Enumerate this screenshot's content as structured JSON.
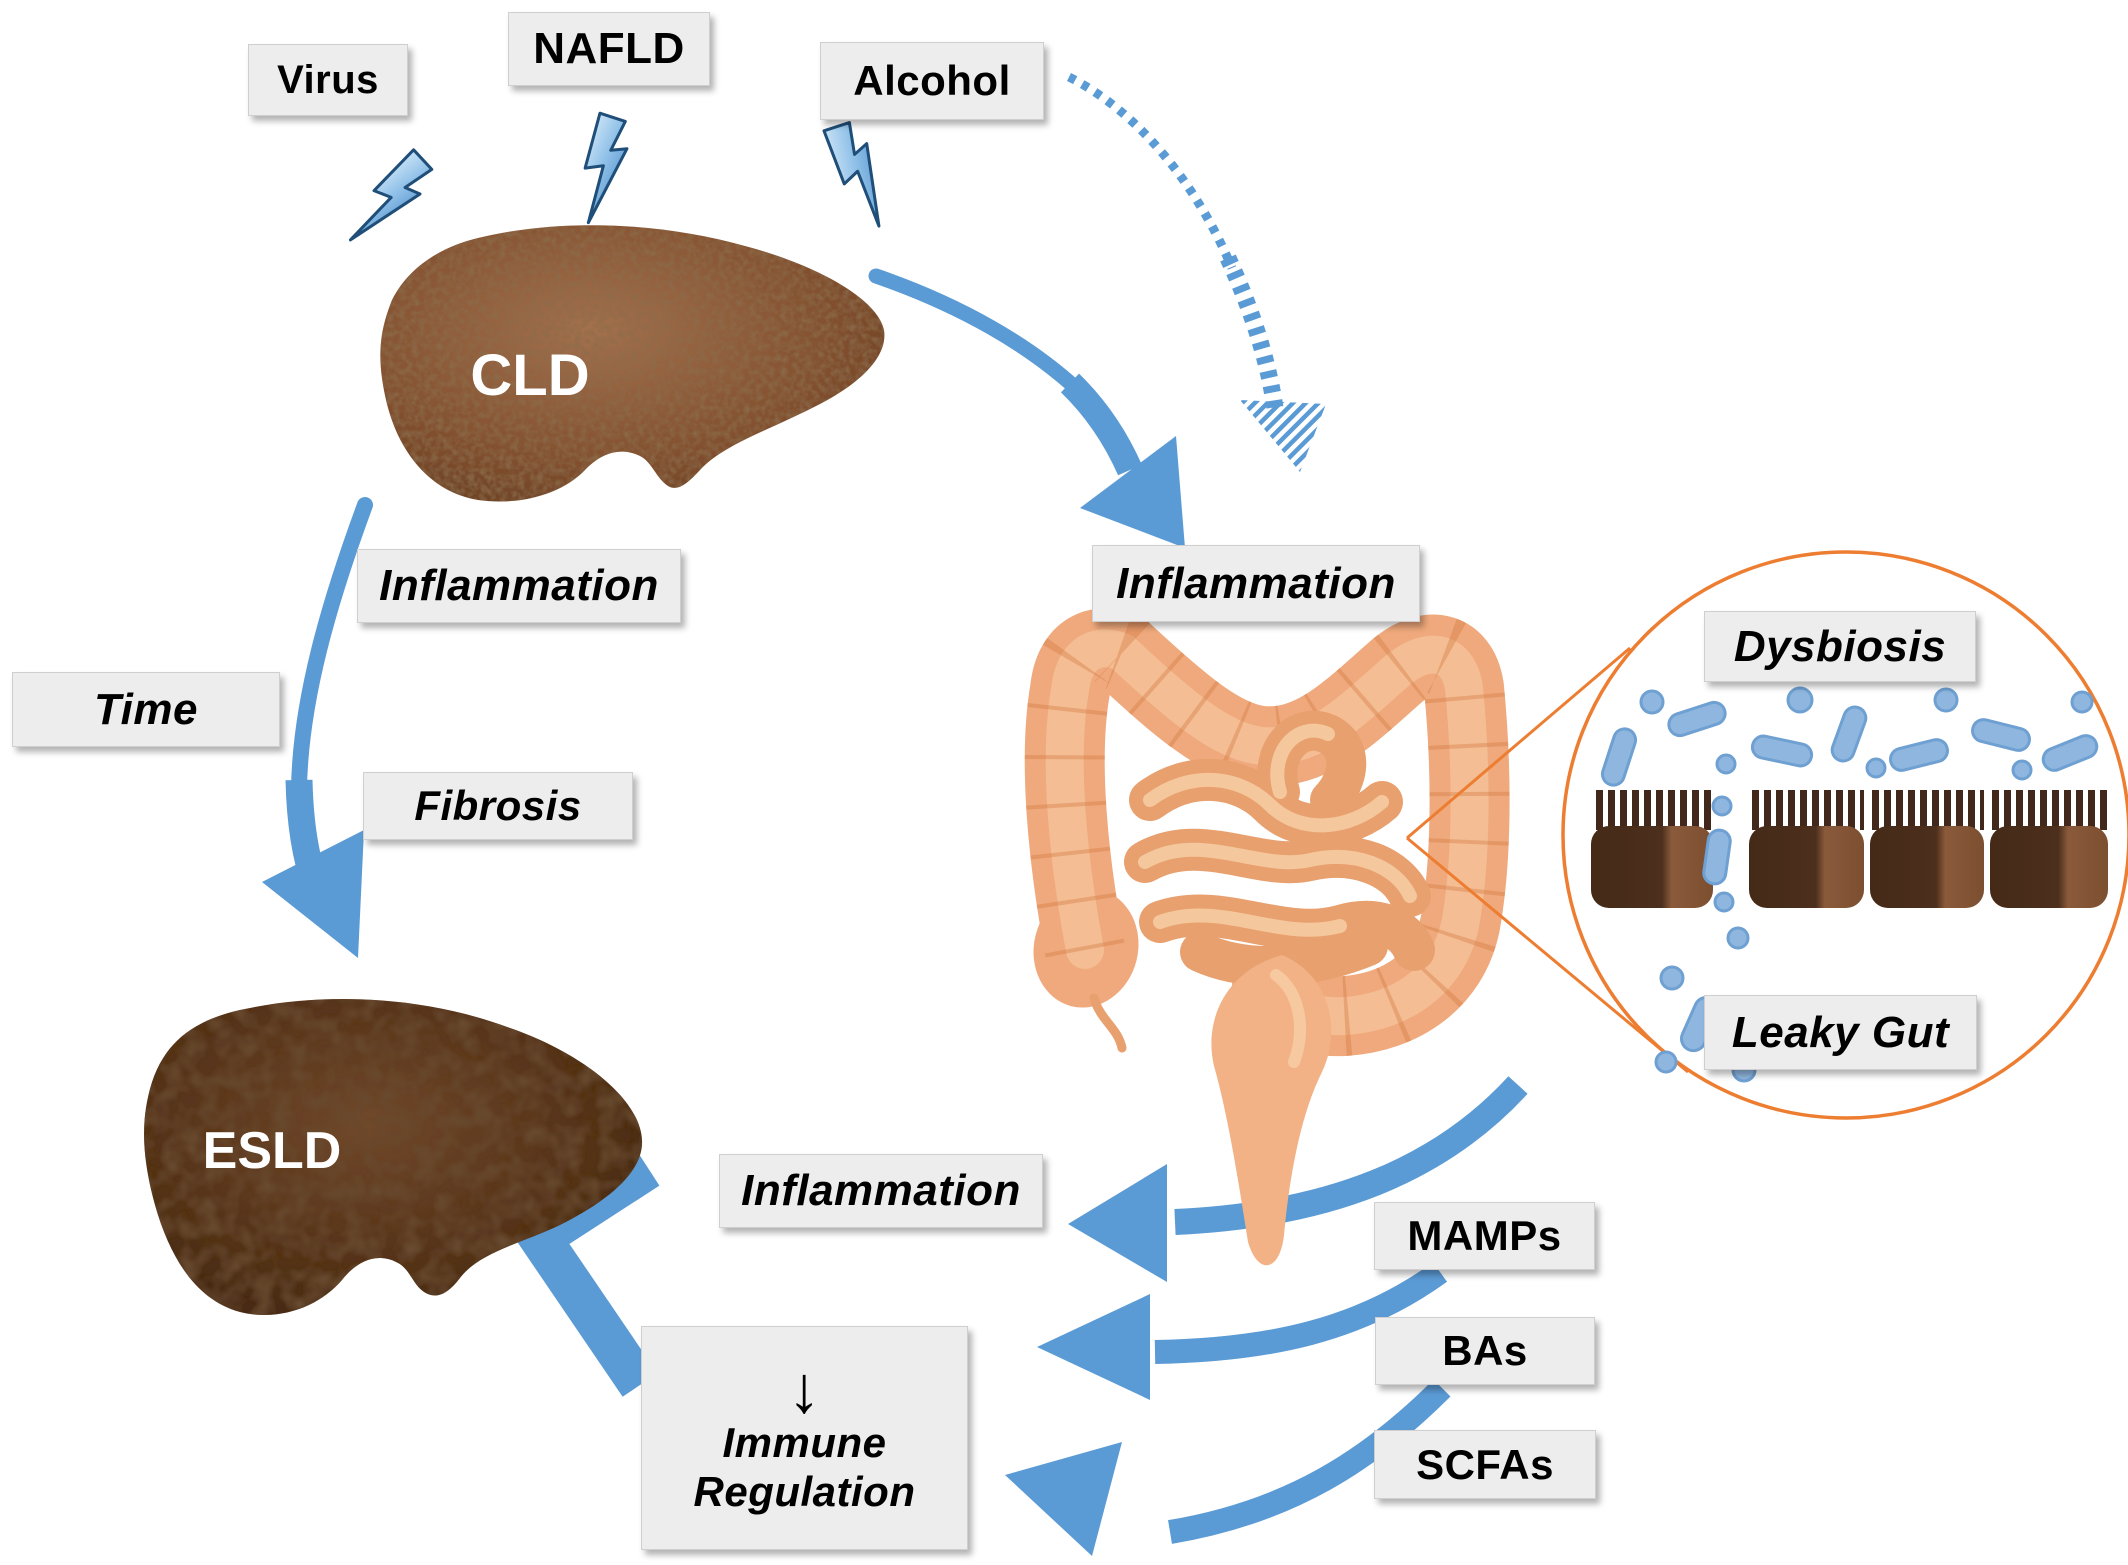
{
  "figure": {
    "title_visible_text_only": true,
    "stressors": [
      {
        "label": "Virus"
      },
      {
        "label": "NAFLD"
      },
      {
        "label": "Alcohol"
      }
    ],
    "liver_cld": {
      "label": "CLD"
    },
    "liver_esld": {
      "label": "ESLD"
    },
    "progression": {
      "inflammation": "Inflammation",
      "time": "Time",
      "fibrosis": "Fibrosis"
    },
    "gut": {
      "inflammation": "Inflammation"
    },
    "magnifier": {
      "dysbiosis": "Dysbiosis",
      "leaky_gut": "Leaky Gut"
    },
    "mediators": [
      {
        "label": "MAMPs"
      },
      {
        "label": "BAs"
      },
      {
        "label": "SCFAs"
      }
    ],
    "outcomes": {
      "inflammation": "Inflammation",
      "down_arrow": "↓",
      "immune_line1": "Immune",
      "immune_line2": "Regulation"
    },
    "icons": [
      {
        "name": "lightning-bolt-icon",
        "count": 3
      },
      {
        "name": "dashed-curved-arrow-icon"
      },
      {
        "name": "solid-curved-arrow-icon"
      },
      {
        "name": "magnifier-circle-icon"
      },
      {
        "name": "bacteria-icon"
      },
      {
        "name": "epithelial-cell-icon",
        "count": 4
      }
    ],
    "colors": {
      "arrow_blue": "#5B9BD5",
      "circle_orange": "#ED7D31",
      "box_gray": "#EDEDED",
      "gut_peach": "#EFA97C",
      "cld_brown": "#82502F",
      "esld_brown": "#4C2F1C",
      "bacteria_blue": "#8FB6DF",
      "text_black": "#000000",
      "liver_label_white": "#FFFFFF"
    }
  }
}
